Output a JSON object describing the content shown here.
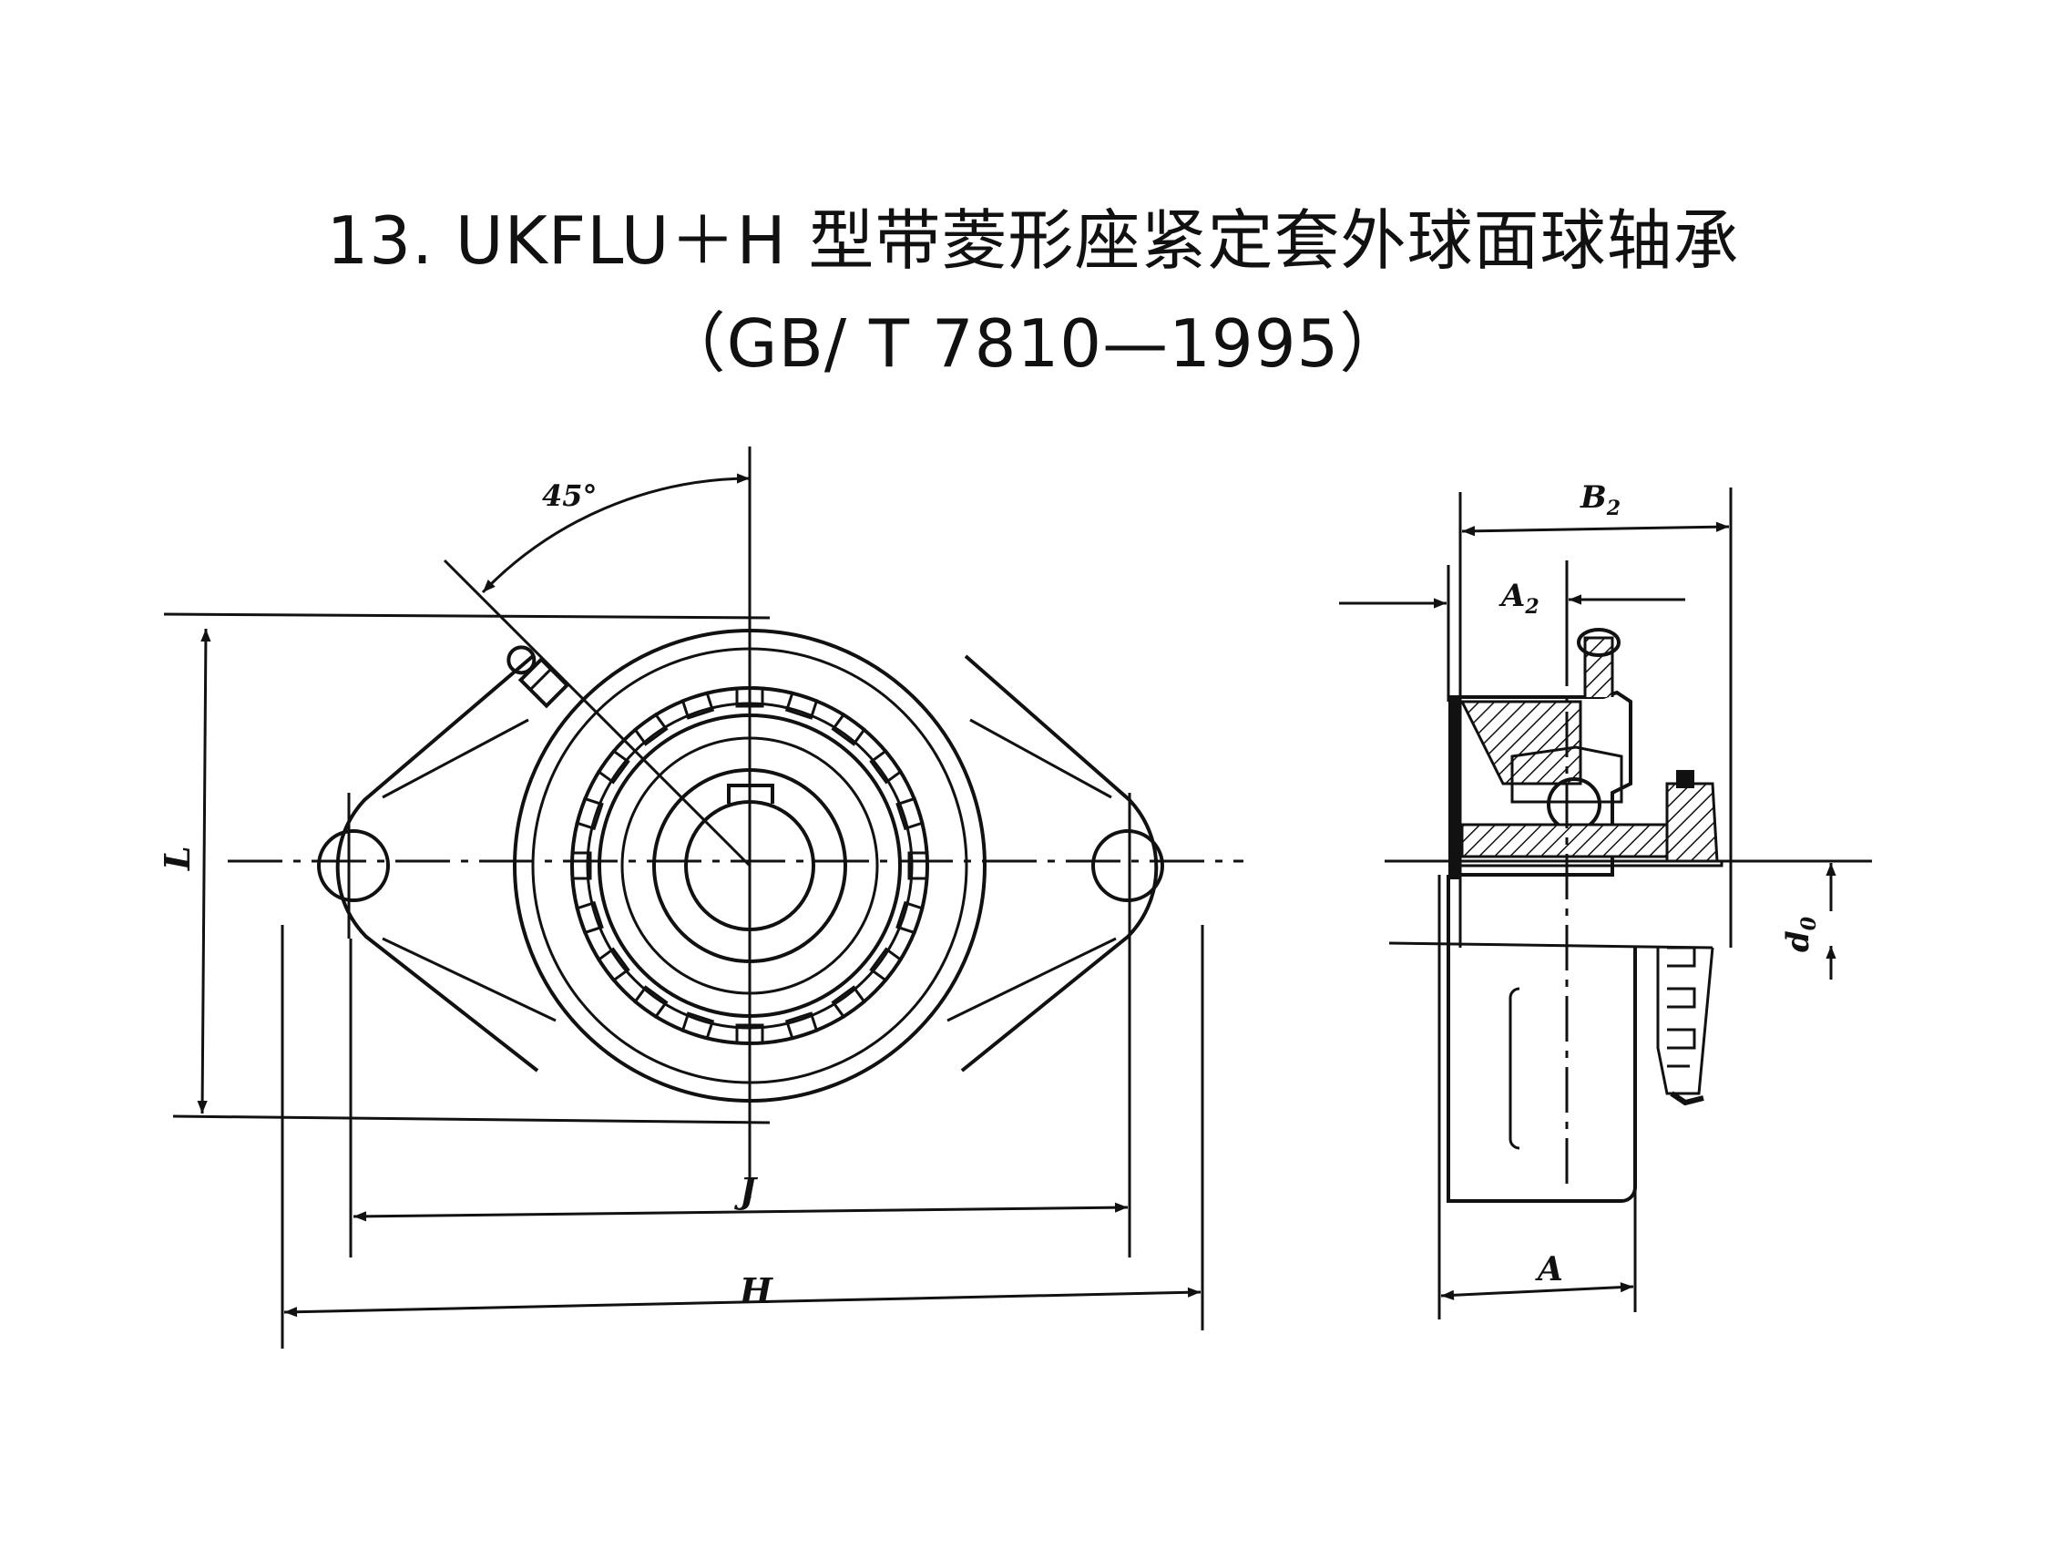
{
  "title": {
    "line1": "13. UKFLU＋H 型带菱形座紧定套外球面球轴承",
    "line2": "（GB/ T 7810—1995）"
  },
  "labels": {
    "angle": "45°",
    "L": "L",
    "J": "J",
    "H": "H",
    "B2": "B",
    "B2_sub": "2",
    "A2": "A",
    "A2_sub": "2",
    "A": "A",
    "d0": "d",
    "d0_sub": "0"
  },
  "colors": {
    "ink": "#111111",
    "paper": "#ffffff"
  }
}
